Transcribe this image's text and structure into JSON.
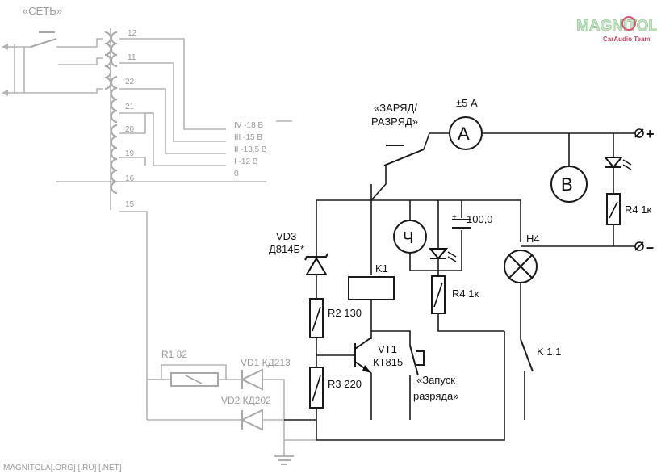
{
  "mains_label": "«СЕТЬ»",
  "logo": {
    "brand": "MAGNITOLA",
    "tagline": "CarAudio Team"
  },
  "footer": "MAGNITOLA[.ORG] [.RU] [.NET]",
  "pin_numbers": [
    "12",
    "11",
    "22",
    "21",
    "20",
    "19",
    "16",
    "15"
  ],
  "tap_labels": [
    "IV -18 В",
    "III -15 В",
    "II -13,5 В",
    "I -12 В",
    "0"
  ],
  "switch_label": [
    "«ЗАРЯД/",
    "РАЗРЯД»"
  ],
  "ammeter": {
    "symbol": "A",
    "range": "±5 А"
  },
  "voltmeter": {
    "symbol": "B"
  },
  "terminals": {
    "plus": "+",
    "minus": "–"
  },
  "clock": {
    "symbol": "Ч"
  },
  "capacitor": "100,0",
  "lamp": "H4",
  "resistor_r4_top": "R4 1к",
  "resistor_r4_mid": "R4 1к",
  "zener": {
    "name": "VD3",
    "part": "Д814Б*"
  },
  "relay": "K1",
  "relay_contact": "K 1.1",
  "r2": "R2 130",
  "r3": "R3 220",
  "transistor": {
    "name": "VT1",
    "part": "КТ815"
  },
  "start_button": [
    "«Запуск",
    "разряда»"
  ],
  "r1": "R1 82",
  "vd1": "VD1 КД213",
  "vd2": "VD2 КД202"
}
